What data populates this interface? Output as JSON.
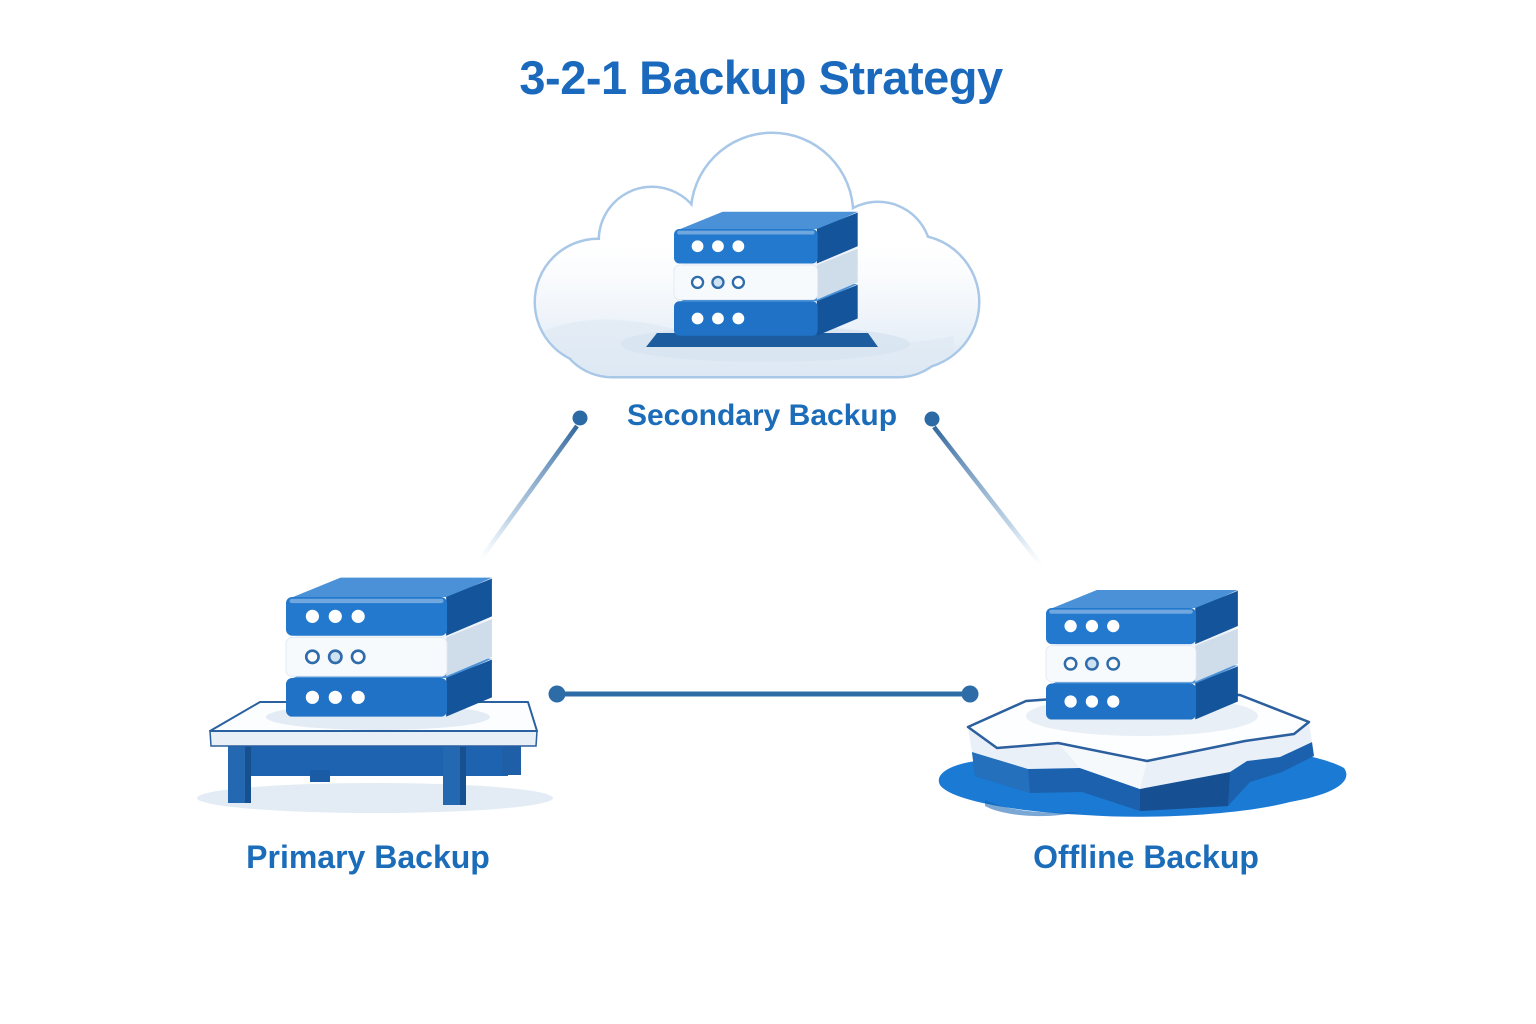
{
  "title": "3-2-1 Backup Strategy",
  "diagram": {
    "nodes": {
      "secondary": {
        "label": "Secondary Backup",
        "icon": "cloud-server-stack",
        "position": "top-center"
      },
      "primary": {
        "label": "Primary Backup",
        "icon": "server-stack-on-table",
        "position": "bottom-left"
      },
      "offline": {
        "label": "Offline Backup",
        "icon": "server-stack-on-iceberg",
        "position": "bottom-right"
      }
    },
    "connections": [
      {
        "from": "Secondary Backup",
        "to": "Primary Backup",
        "style": "fading diagonal line with endpoint dot"
      },
      {
        "from": "Secondary Backup",
        "to": "Offline Backup",
        "style": "fading diagonal line with endpoint dot"
      },
      {
        "from": "Primary Backup",
        "to": "Offline Backup",
        "style": "solid horizontal line with endpoint dots"
      }
    ]
  },
  "colors": {
    "background": "#ffffff",
    "title_text": "#1a69bd",
    "label_text": "#1c6db9",
    "connector_blue": "#2e6ca8",
    "server_front_blue": "#2176ca",
    "server_side_blue": "#14549b",
    "server_top_blue": "#4a91d8",
    "cloud_outline": "#a9c8e8",
    "platform_blue": "#1d5c9e",
    "table_blue": "#1d63b0",
    "water_blue": "#1b7ad4"
  }
}
